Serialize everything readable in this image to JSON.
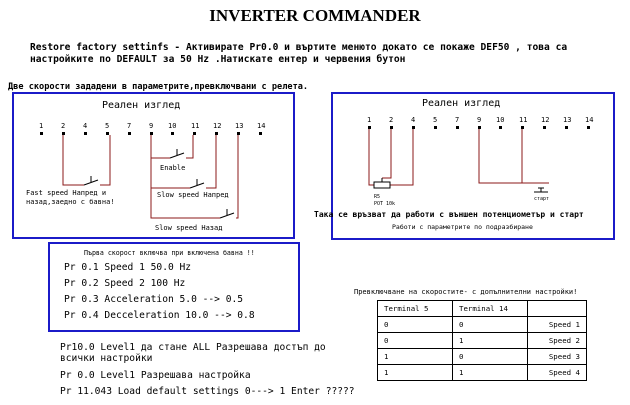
{
  "title": "INVERTER COMMANDER",
  "restore": {
    "line1": "Restore factory settinfs - Активирате Pr0.0 и въртите менюто докато се покаже DEF50 , това са",
    "line2": "настройките по DEFAULT за 50 Hz .Натискате ентер и червения бутон"
  },
  "two_speeds_heading": "Две скорости зададени в параметрите,превключвани с релета.",
  "left_diagram": {
    "title": "Реален изглед",
    "terminals": [
      "1",
      "2",
      "4",
      "5",
      "7",
      "9",
      "10",
      "11",
      "12",
      "13",
      "14"
    ],
    "enable_label": "Enable",
    "fast_line1": "Fast speed  Напред и",
    "fast_line2": "назад,заедно с бавна!",
    "slow_fwd": "Slow speed Напред",
    "slow_rev": "Slow speed Назад"
  },
  "right_diagram": {
    "title": "Реален изглед",
    "terminals": [
      "1",
      "2",
      "4",
      "5",
      "7",
      "9",
      "10",
      "11",
      "12",
      "13",
      "14"
    ],
    "pot_line1": "R5",
    "pot_line2": "POT 10k",
    "start_label": "старт",
    "caption1": "Така се връзват да работи с външен потенциометър и старт",
    "caption2": "Работи с параметрите по подразбиране"
  },
  "params_box": {
    "header": "Първа скорост включва при включена бавна !!",
    "lines": [
      "Pr 0.1 Speed 1 50.0 Hz",
      "Pr 0.2 Speed 2 100 Hz",
      "Pr 0.3 Acceleration  5.0 --> 0.5",
      "Pr 0.4 Decceleration  10.0 --> 0.8"
    ]
  },
  "bottom_notes": {
    "line1a": "Pr10.0 Level1 да стане ALL Разрешава достъп до",
    "line1b": "всички настройки",
    "line2": "Pr 0.0 Level1 Разрешава настройка",
    "line3": "Pr 11.043 Load default settings 0---> 1 Enter     ?????"
  },
  "switch_table": {
    "title": "Превключване на скоростите- с допълнителни настройки!",
    "headers": [
      "Terminal 5",
      "Terminal 14",
      ""
    ],
    "rows": [
      [
        "0",
        "0",
        "Speed 1"
      ],
      [
        "0",
        "1",
        "Speed 2"
      ],
      [
        "1",
        "0",
        "Speed 3"
      ],
      [
        "1",
        "1",
        "Speed 4"
      ]
    ]
  },
  "colors": {
    "box_border": "#1b1bc8",
    "wire": "#8b1a1a"
  }
}
